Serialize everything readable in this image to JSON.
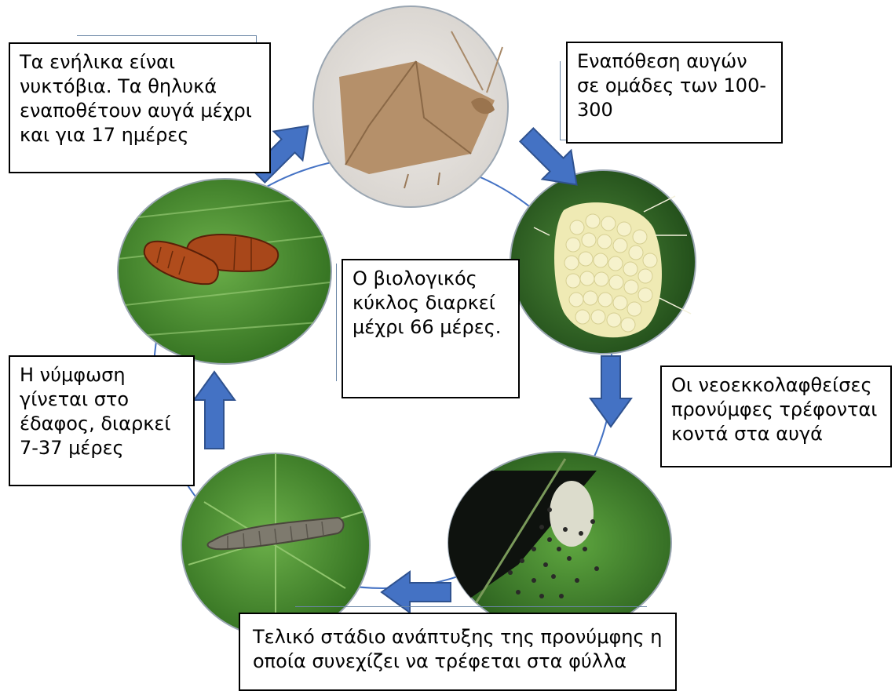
{
  "diagram": {
    "stages": [
      {
        "id": "adult-moth",
        "name": "adult-moth-photo"
      },
      {
        "id": "egg-mass",
        "name": "egg-mass-photo"
      },
      {
        "id": "hatchlings",
        "name": "hatchling-larvae-photo"
      },
      {
        "id": "larva",
        "name": "final-instar-larva-photo"
      },
      {
        "id": "pupae",
        "name": "pupae-photo"
      }
    ],
    "texts": {
      "adults": "Τα ενήλικα είναι νυκτόβια. Τα θηλυκά εναποθέτουν αυγά μέχρι και για 17 ημέρες",
      "eggs": "Εναπόθεση αυγών σε ομάδες των 100-300",
      "center": "Ο βιολογικός κύκλος διαρκεί μέχρι 66 μέρες.",
      "hatch": "Οι νεοεκκολαφθείσες προνύμφες τρέφονται κοντά στα αυγά",
      "pupation": "Η νύμφωση γίνεται  στο έδαφος, διαρκεί 7-37 μέρες",
      "larva": "Τελικό στάδιο ανάπτυξης της προνύμφης η οποία συνεχίζει να τρέφεται στα φύλλα"
    },
    "colors": {
      "arrow": "#4472c4",
      "arrow_edge": "#2f528f",
      "ring": "#4472c4",
      "leaf": "#3f8a2a",
      "moth": "#b5906a",
      "eggs": "#efeab4"
    }
  }
}
